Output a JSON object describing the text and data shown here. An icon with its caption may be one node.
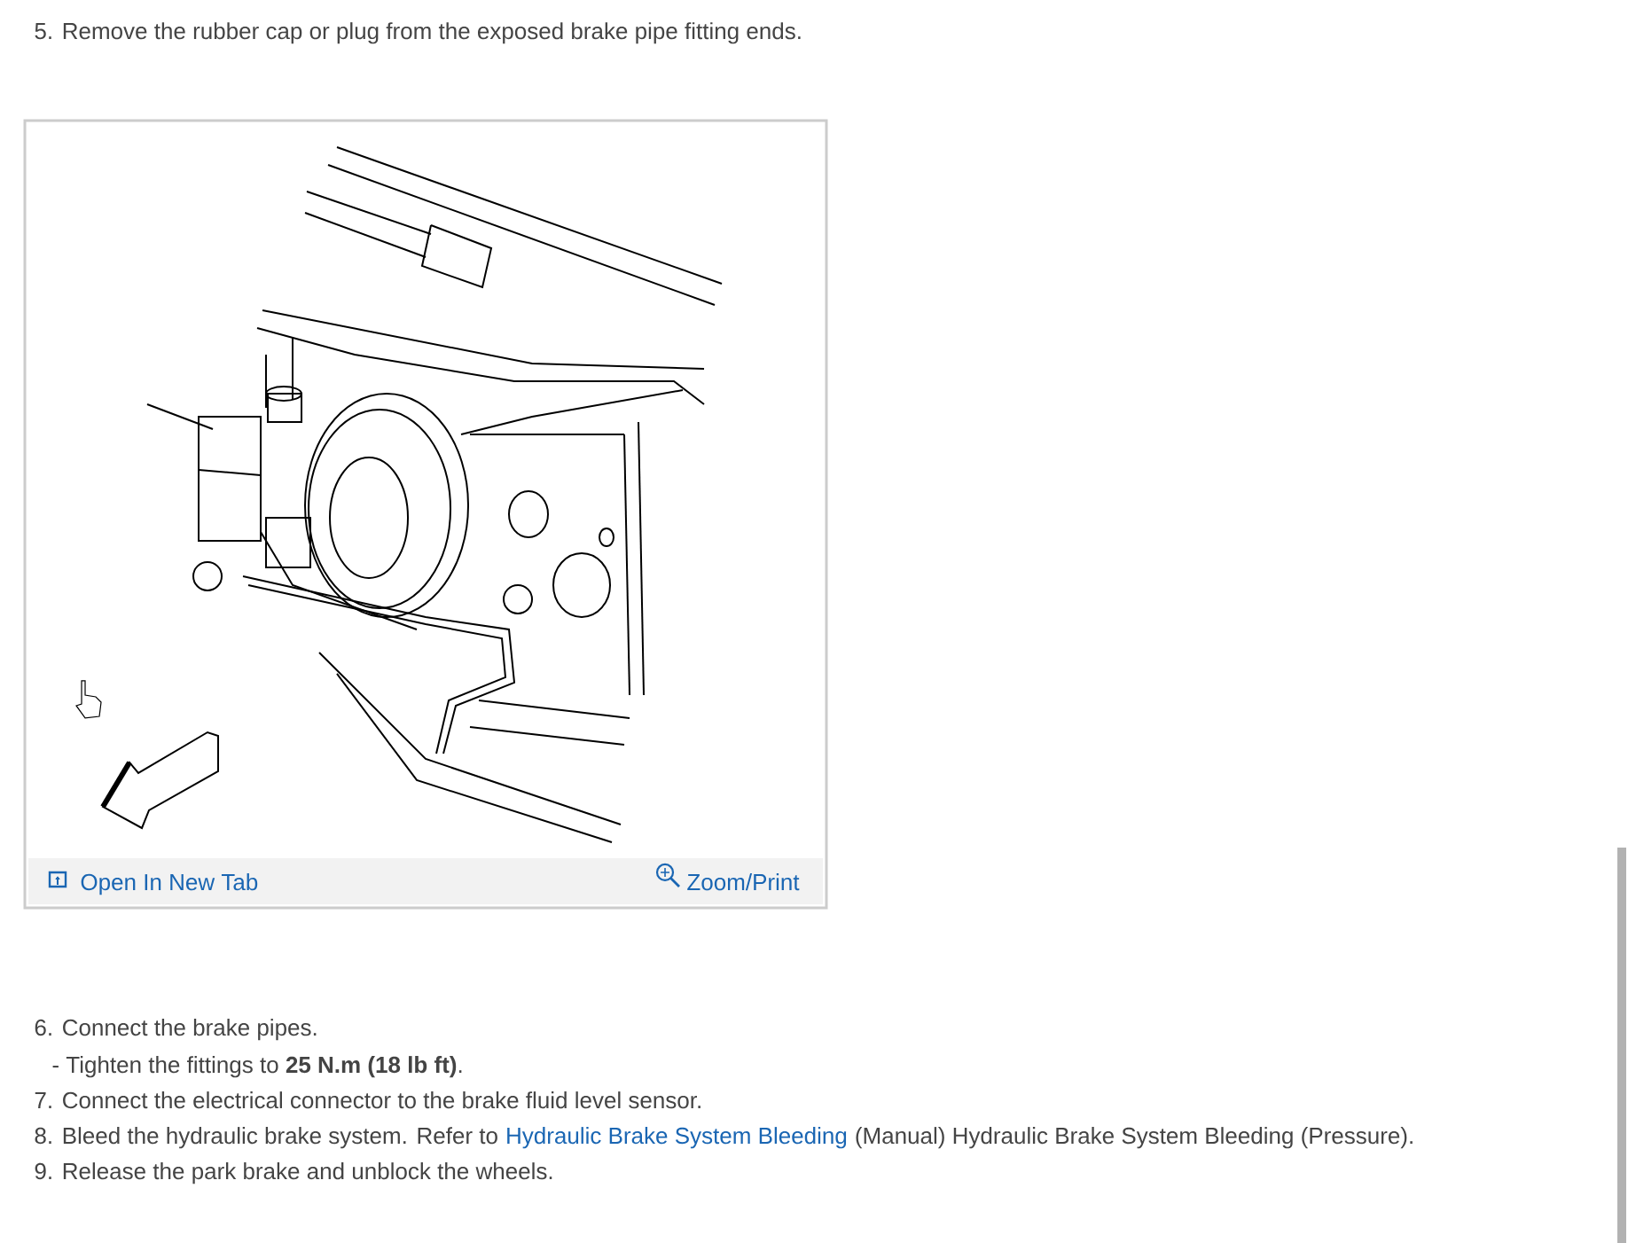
{
  "diagram": {
    "labels": [
      "5. Remove the rubber cap or plug from the exposed brake pipe fitting ends.",
      "Open In New Tab",
      "Zoom/Print",
      "6. Connect the brake pipes.",
      "- Tighten the fittings to **25 N.m (18 lb ft)**.",
      "7. Connect the electrical connector to the brake fluid level sensor.",
      "8. Bleed the hydraulic brake system. Refer to",
      "Hydraulic Brake System Bleeding",
      "(Manual) Hydraulic Brake System Bleeding (Pressure).",
      "9. Release the park brake and unblock the wheels."
    ]
  }
}
